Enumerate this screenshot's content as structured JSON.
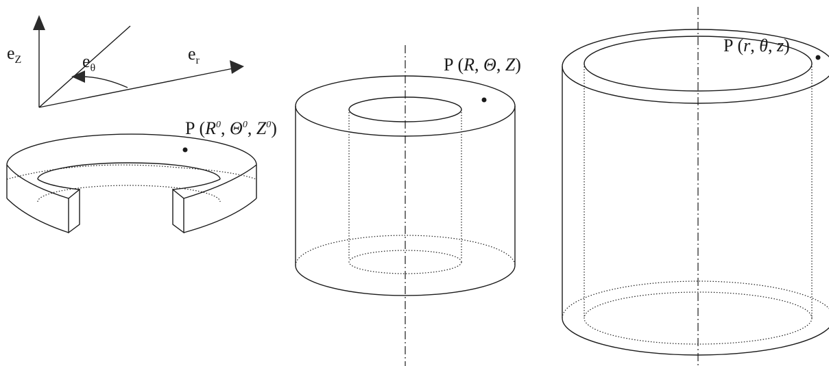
{
  "basis": {
    "e_z": {
      "base": "e",
      "sub": "Z"
    },
    "e_theta": {
      "base": "e",
      "sub": "θ"
    },
    "e_r": {
      "base": "e",
      "sub": "r"
    }
  },
  "reference_config": {
    "point_prefix": "P",
    "coords": [
      "R",
      "Θ",
      "Z"
    ],
    "superscript": "0"
  },
  "intermediate_config": {
    "point_prefix": "P",
    "coords": [
      "R",
      "Θ",
      "Z"
    ]
  },
  "current_config": {
    "point_prefix": "P",
    "coords": [
      "r",
      "θ",
      "z"
    ]
  }
}
